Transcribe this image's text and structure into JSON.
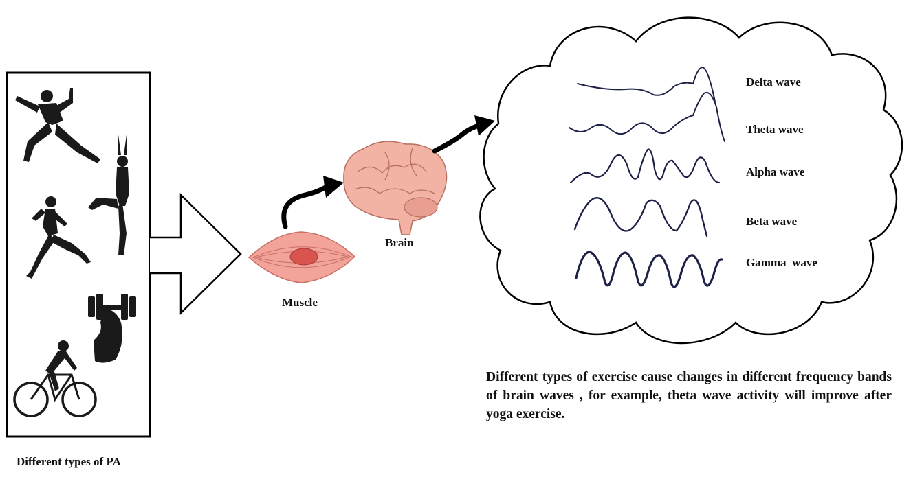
{
  "labels": {
    "pa": "Different types of PA",
    "muscle": "Muscle",
    "brain": "Brain"
  },
  "waves": [
    {
      "label": "Delta wave"
    },
    {
      "label": "Theta wave"
    },
    {
      "label": "Alpha wave"
    },
    {
      "label": "Beta wave"
    },
    {
      "label": "Gamma  wave"
    }
  ],
  "caption": "Different types of exercise cause changes in different frequency bands of brain waves , for example, theta wave activity will improve after yoga exercise.",
  "icons": [
    "tai-chi-person-icon",
    "yoga-person-icon",
    "running-person-icon",
    "dumbbell-arm-icon",
    "cyclist-icon",
    "muscle-icon",
    "brain-icon"
  ],
  "colors": {
    "wave_stroke": "#1d2147",
    "muscle_fill": "#f2a39a",
    "muscle_core": "#d9534f",
    "brain_fill": "#f2b3a4",
    "silhouette": "#1a1a1a"
  }
}
